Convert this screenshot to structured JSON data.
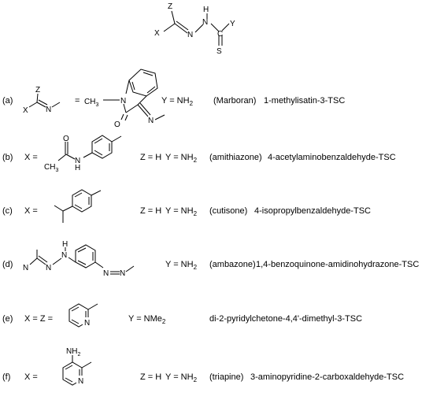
{
  "generic": {
    "atoms": {
      "z": "Z",
      "h": "H",
      "x": "X",
      "n1": "N",
      "n2": "N",
      "y": "Y",
      "c": "C",
      "s": "S"
    }
  },
  "rows": [
    {
      "label": "(a)",
      "lhs_atoms": [
        "Z",
        "X",
        "N"
      ],
      "equals": "=",
      "struct_atoms": {
        "n_ring": "N",
        "ch3": "CH",
        "ch3_sub": "3",
        "o": "O",
        "n_imine": "N"
      },
      "y": "Y = NH",
      "y_sub": "2",
      "name": "(Marboran)",
      "desc": "1-methylisatin-3-TSC"
    },
    {
      "label": "(b)",
      "x": "X =",
      "struct_atoms": {
        "o": "O",
        "ch3": "CH",
        "ch3_sub": "3",
        "n": "N",
        "h": "H"
      },
      "z": "Z = H",
      "y": "Y = NH",
      "y_sub": "2",
      "name": "(amithiazone)",
      "desc": "4-acetylaminobenzaldehyde-TSC"
    },
    {
      "label": "(c)",
      "x": "X =",
      "z": "Z = H",
      "y": "Y = NH",
      "y_sub": "2",
      "name": "(cutisone)",
      "desc": "4-isopropylbenzaldehyde-TSC"
    },
    {
      "label": "(d)",
      "struct_atoms": {
        "h": "H",
        "n_top": "N",
        "n_left": "N",
        "n_mid": "N",
        "n_azo1": "N",
        "n_azo2": "N"
      },
      "y": "Y = NH",
      "y_sub": "2",
      "name": "(ambazone)",
      "desc": "1,4-benzoquinone-amidinohydrazone-TSC"
    },
    {
      "label": "(e)",
      "x": "X = Z =",
      "struct_atoms": {
        "n": "N"
      },
      "y": "Y = NMe",
      "y_sub": "2",
      "desc": "di-2-pyridylchetone-4,4'-dimethyl-3-TSC"
    },
    {
      "label": "(f)",
      "x": "X =",
      "struct_atoms": {
        "nh2": "NH",
        "nh2_sub": "2",
        "n": "N"
      },
      "z": "Z = H",
      "y": "Y = NH",
      "y_sub": "2",
      "name": "(triapine)",
      "desc": "3-aminopyridine-2-carboxaldehyde-TSC"
    }
  ]
}
